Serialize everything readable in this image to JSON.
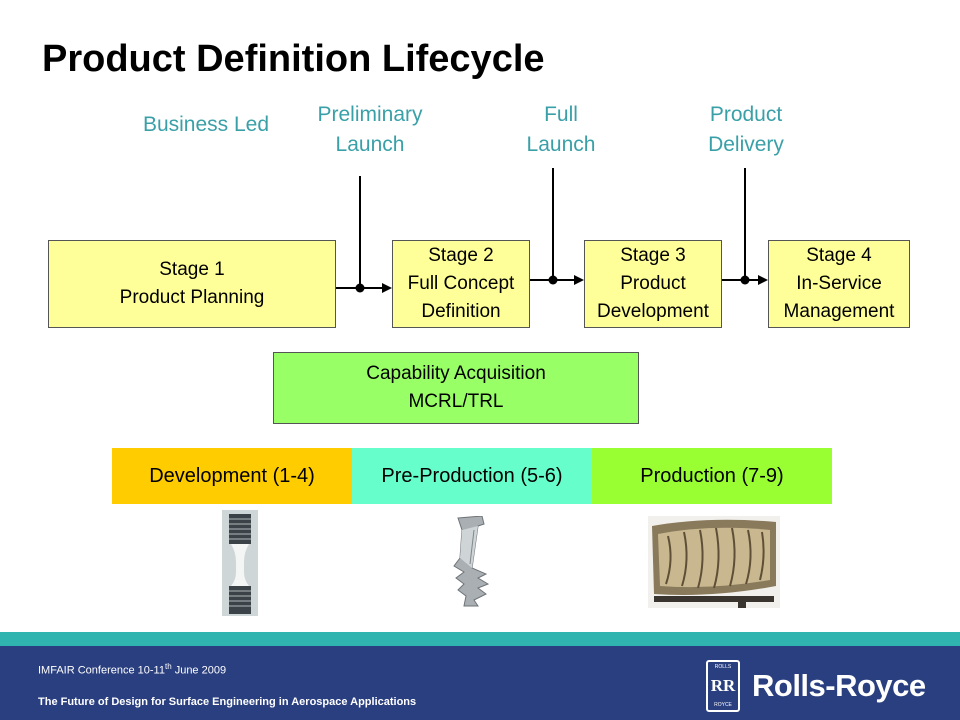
{
  "title": "Product Definition Lifecycle",
  "milestones": {
    "business_led": "Business Led",
    "preliminary_launch": [
      "Preliminary",
      "Launch"
    ],
    "full_launch": [
      "Full",
      "Launch"
    ],
    "product_delivery": [
      "Product",
      "Delivery"
    ]
  },
  "stages": [
    {
      "lines": [
        "Stage 1",
        "Product Planning"
      ]
    },
    {
      "lines": [
        "Stage 2",
        "Full Concept",
        "Definition"
      ]
    },
    {
      "lines": [
        "Stage 3",
        "Product",
        "Development"
      ]
    },
    {
      "lines": [
        "Stage 4",
        "In-Service",
        "Management"
      ]
    }
  ],
  "capability": {
    "lines": [
      "Capability Acquisition",
      "MCRL/TRL"
    ]
  },
  "phases": [
    {
      "label": "Development (1-4)",
      "color": "#ffcc00"
    },
    {
      "label": "Pre-Production (5-6)",
      "color": "#66ffcc"
    },
    {
      "label": "Production (7-9)",
      "color": "#99ff33"
    }
  ],
  "colors": {
    "milestone_text": "#3aa0a8",
    "stage_fill": "#ffff99",
    "capability_fill": "#99ff66",
    "footer_band": "#2a3f80",
    "footer_stripe": "#2fb4b0"
  },
  "footer": {
    "conference_pre": "IMFAIR Conference 10-11",
    "conference_sup": "th",
    "conference_post": " June 2009",
    "subtitle": "The Future of Design for Surface Engineering in Aerospace Applications",
    "badge_top": "ROLLS",
    "badge_mono": "RR",
    "badge_bottom": "ROYCE",
    "brand": "Rolls-Royce"
  }
}
